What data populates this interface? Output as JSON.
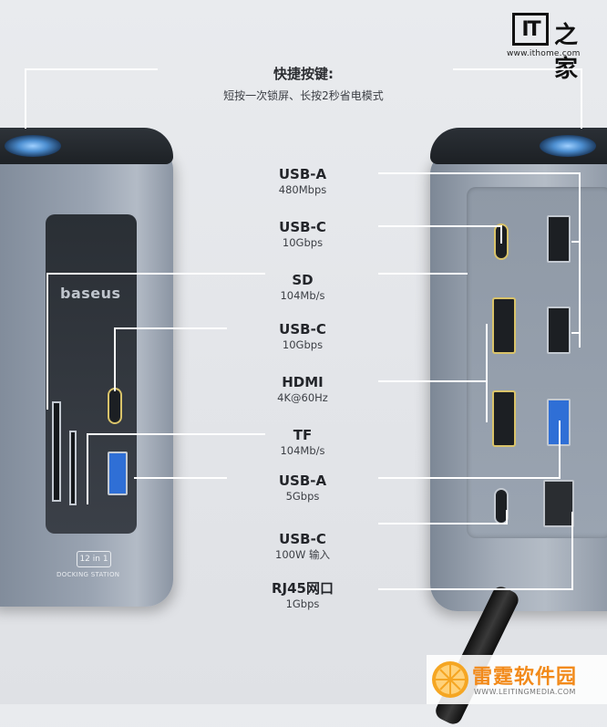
{
  "header": {
    "title": "快捷按键:",
    "subtitle": "短按一次锁屏、长按2秒省电模式"
  },
  "watermark_top": {
    "logo_text": "IT",
    "logo_cn": "之家",
    "url": "www.ithome.com"
  },
  "watermark_bottom": {
    "name": "雷霆软件园",
    "url": "WWW.LEITINGMEDIA.COM"
  },
  "device_left": {
    "brand": "baseus",
    "badge": "12 in 1",
    "model": "DOCKING STATION"
  },
  "labels": [
    {
      "name": "USB-A",
      "spec": "480Mbps"
    },
    {
      "name": "USB-C",
      "spec": "10Gbps"
    },
    {
      "name": "SD",
      "spec": "104Mb/s"
    },
    {
      "name": "USB-C",
      "spec": "10Gbps"
    },
    {
      "name": "HDMI",
      "spec": "4K@60Hz"
    },
    {
      "name": "TF",
      "spec": "104Mb/s"
    },
    {
      "name": "USB-A",
      "spec": "5Gbps"
    },
    {
      "name": "USB-C",
      "spec": "100W 输入"
    },
    {
      "name": "RJ45网口",
      "spec": "1Gbps"
    }
  ],
  "colors": {
    "line": "#ffffff",
    "body": "#9aa4b2",
    "accent_blue": "#2f6fd6",
    "accent_yellow": "#d9c36a",
    "leiting_orange": "#f28a1a"
  }
}
